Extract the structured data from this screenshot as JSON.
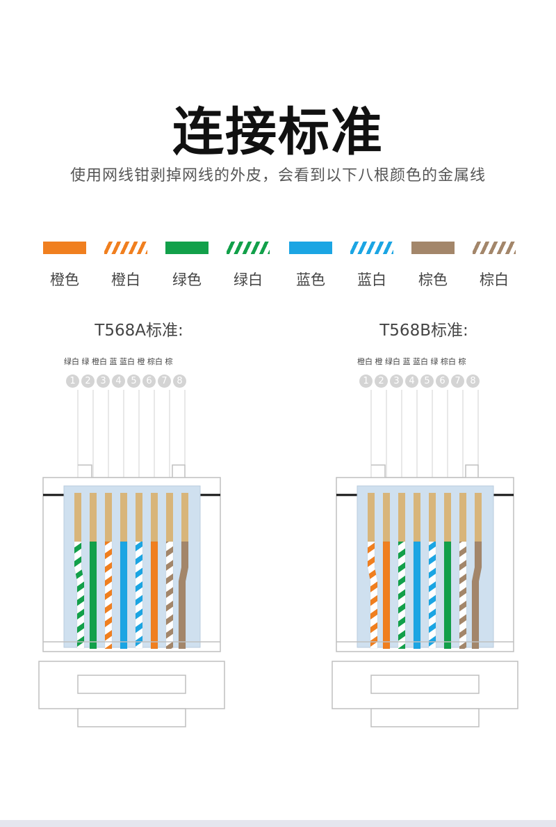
{
  "title": "连接标准",
  "subtitle": "使用网线钳剥掉网线的外皮，会看到以下八根颜色的金属线",
  "colors": {
    "orange": "#f07f1f",
    "green": "#12a04a",
    "blue": "#1ba5e3",
    "brown": "#a3866a",
    "gold": "#d8b57a",
    "tip_bg": "#cfe0ef",
    "outline": "#bfbfbf"
  },
  "legend": [
    {
      "label": "橙色",
      "color": "orange",
      "striped": false
    },
    {
      "label": "橙白",
      "color": "orange",
      "striped": true
    },
    {
      "label": "绿色",
      "color": "green",
      "striped": false
    },
    {
      "label": "绿白",
      "color": "green",
      "striped": true
    },
    {
      "label": "蓝色",
      "color": "blue",
      "striped": false
    },
    {
      "label": "蓝白",
      "color": "blue",
      "striped": true
    },
    {
      "label": "棕色",
      "color": "brown",
      "striped": false
    },
    {
      "label": "棕白",
      "color": "brown",
      "striped": true
    }
  ],
  "standards": [
    {
      "title": "T568A标准:",
      "pin_labels": "绿白 绿 橙白 蓝 蓝白 橙 棕白 棕",
      "pins": [
        "1",
        "2",
        "3",
        "4",
        "5",
        "6",
        "7",
        "8"
      ],
      "wires": [
        {
          "color": "green",
          "striped": true
        },
        {
          "color": "green",
          "striped": false
        },
        {
          "color": "orange",
          "striped": true
        },
        {
          "color": "blue",
          "striped": false
        },
        {
          "color": "blue",
          "striped": true
        },
        {
          "color": "orange",
          "striped": false
        },
        {
          "color": "brown",
          "striped": true
        },
        {
          "color": "brown",
          "striped": false
        }
      ]
    },
    {
      "title": "T568B标准:",
      "pin_labels": "橙白 橙 绿白 蓝 蓝白 绿 棕白 棕",
      "pins": [
        "1",
        "2",
        "3",
        "4",
        "5",
        "6",
        "7",
        "8"
      ],
      "wires": [
        {
          "color": "orange",
          "striped": true
        },
        {
          "color": "orange",
          "striped": false
        },
        {
          "color": "green",
          "striped": true
        },
        {
          "color": "blue",
          "striped": false
        },
        {
          "color": "blue",
          "striped": true
        },
        {
          "color": "green",
          "striped": false
        },
        {
          "color": "brown",
          "striped": true
        },
        {
          "color": "brown",
          "striped": false
        }
      ]
    }
  ]
}
